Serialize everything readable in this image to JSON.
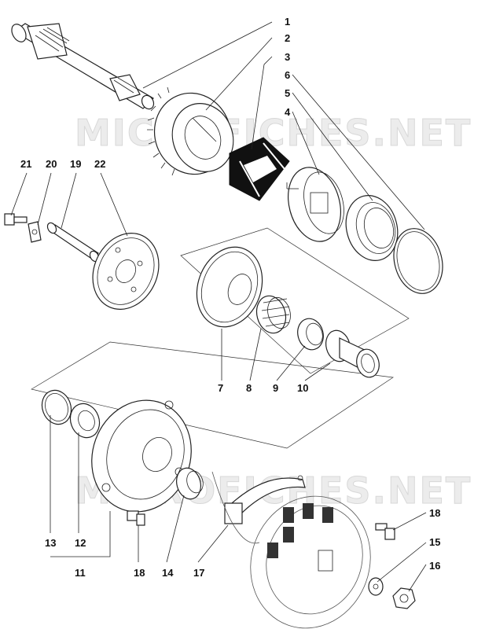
{
  "watermark": "MICROFICHES.NET",
  "callouts": [
    {
      "id": "c1",
      "label": "1"
    },
    {
      "id": "c2",
      "label": "2"
    },
    {
      "id": "c3",
      "label": "3"
    },
    {
      "id": "c4",
      "label": "4"
    },
    {
      "id": "c5",
      "label": "5"
    },
    {
      "id": "c6",
      "label": "6"
    },
    {
      "id": "c7",
      "label": "7"
    },
    {
      "id": "c8",
      "label": "8"
    },
    {
      "id": "c9",
      "label": "9"
    },
    {
      "id": "c10",
      "label": "10"
    },
    {
      "id": "c11",
      "label": "11"
    },
    {
      "id": "c12",
      "label": "12"
    },
    {
      "id": "c13",
      "label": "13"
    },
    {
      "id": "c14",
      "label": "14"
    },
    {
      "id": "c15",
      "label": "15"
    },
    {
      "id": "c16",
      "label": "16"
    },
    {
      "id": "c17",
      "label": "17"
    },
    {
      "id": "c18a",
      "label": "18"
    },
    {
      "id": "c18b",
      "label": "18"
    },
    {
      "id": "c19",
      "label": "19"
    },
    {
      "id": "c20",
      "label": "20"
    },
    {
      "id": "c21",
      "label": "21"
    },
    {
      "id": "c22",
      "label": "22"
    }
  ]
}
